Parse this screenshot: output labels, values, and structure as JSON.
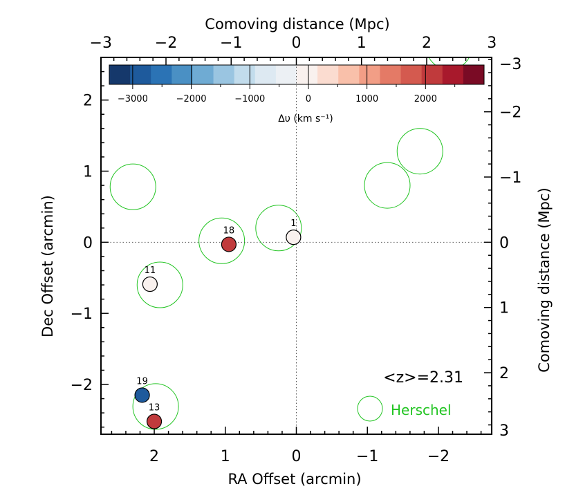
{
  "chart_data": {
    "type": "scatter",
    "xlabel": "RA Offset (arcmin)",
    "ylabel": "Dec Offset (arcmin)",
    "top_label": "Comoving distance (Mpc)",
    "right_label": "Comoving distance (Mpc)",
    "xlim": [
      2.75,
      -2.75
    ],
    "ylim": [
      -2.7,
      2.6
    ],
    "x_ticks": [
      {
        "v": 2,
        "t": "2"
      },
      {
        "v": 1,
        "t": "1"
      },
      {
        "v": 0,
        "t": "0"
      },
      {
        "v": -1,
        "t": "−1"
      },
      {
        "v": -2,
        "t": "−2"
      }
    ],
    "y_ticks": [
      {
        "v": 2,
        "t": "2"
      },
      {
        "v": 1,
        "t": "1"
      },
      {
        "v": 0,
        "t": "0"
      },
      {
        "v": -1,
        "t": "−1"
      },
      {
        "v": -2,
        "t": "−2"
      }
    ],
    "top_ticks": [
      {
        "v": -3,
        "t": "−3"
      },
      {
        "v": -2,
        "t": "−2"
      },
      {
        "v": -1,
        "t": "−1"
      },
      {
        "v": 0,
        "t": "0"
      },
      {
        "v": 1,
        "t": "1"
      },
      {
        "v": 2,
        "t": "2"
      },
      {
        "v": 3,
        "t": "3"
      }
    ],
    "right_ticks": [
      {
        "v": -3,
        "t": "−3"
      },
      {
        "v": -2,
        "t": "−2"
      },
      {
        "v": -1,
        "t": "−1"
      },
      {
        "v": 0,
        "t": "0"
      },
      {
        "v": 1,
        "t": "1"
      },
      {
        "v": 2,
        "t": "2"
      },
      {
        "v": 3,
        "t": "3"
      }
    ],
    "comoving_per_arcmin": 1.09,
    "galaxies": [
      {
        "label": "1",
        "x": 0.04,
        "y": 0.07,
        "dv": 0
      },
      {
        "label": "18",
        "x": 0.95,
        "y": -0.03,
        "dv": 2200
      },
      {
        "label": "11",
        "x": 2.06,
        "y": -0.59,
        "dv": -150
      },
      {
        "label": "19",
        "x": 2.17,
        "y": -2.15,
        "dv": -2700
      },
      {
        "label": "13",
        "x": 2.0,
        "y": -2.52,
        "dv": 2200
      }
    ],
    "herschel_sources": [
      {
        "x": 2.3,
        "y": 0.78
      },
      {
        "x": 1.05,
        "y": 0.02
      },
      {
        "x": 0.25,
        "y": 0.2
      },
      {
        "x": -1.28,
        "y": 0.8
      },
      {
        "x": -1.74,
        "y": 1.28
      },
      {
        "x": 1.92,
        "y": -0.6
      },
      {
        "x": 1.98,
        "y": -2.31
      },
      {
        "x": -2.15,
        "y": 2.75
      }
    ],
    "colorbar": {
      "label": "Δυ (km s⁻¹)",
      "min": -3400,
      "max": 3000,
      "ticks": [
        {
          "v": -3000,
          "t": "−3000"
        },
        {
          "v": -2000,
          "t": "−2000"
        },
        {
          "v": -1000,
          "t": "−1000"
        },
        {
          "v": 0,
          "t": "0"
        },
        {
          "v": 1000,
          "t": "1000"
        },
        {
          "v": 2000,
          "t": "2000"
        }
      ],
      "colors": [
        "#15386b",
        "#1e5a9c",
        "#2b73b5",
        "#4a90c4",
        "#6fabd3",
        "#9ac5e1",
        "#c2dcec",
        "#dde9f2",
        "#ecf0f4",
        "#f9f1ee",
        "#fbdcd0",
        "#f9c0aa",
        "#f29e86",
        "#e47a66",
        "#d45a4f",
        "#c03a3c",
        "#a8192c",
        "#7a0b25"
      ]
    },
    "annotation": "<z>=2.31",
    "legend_label": "Herschel",
    "herschel_color": "#22c422"
  }
}
